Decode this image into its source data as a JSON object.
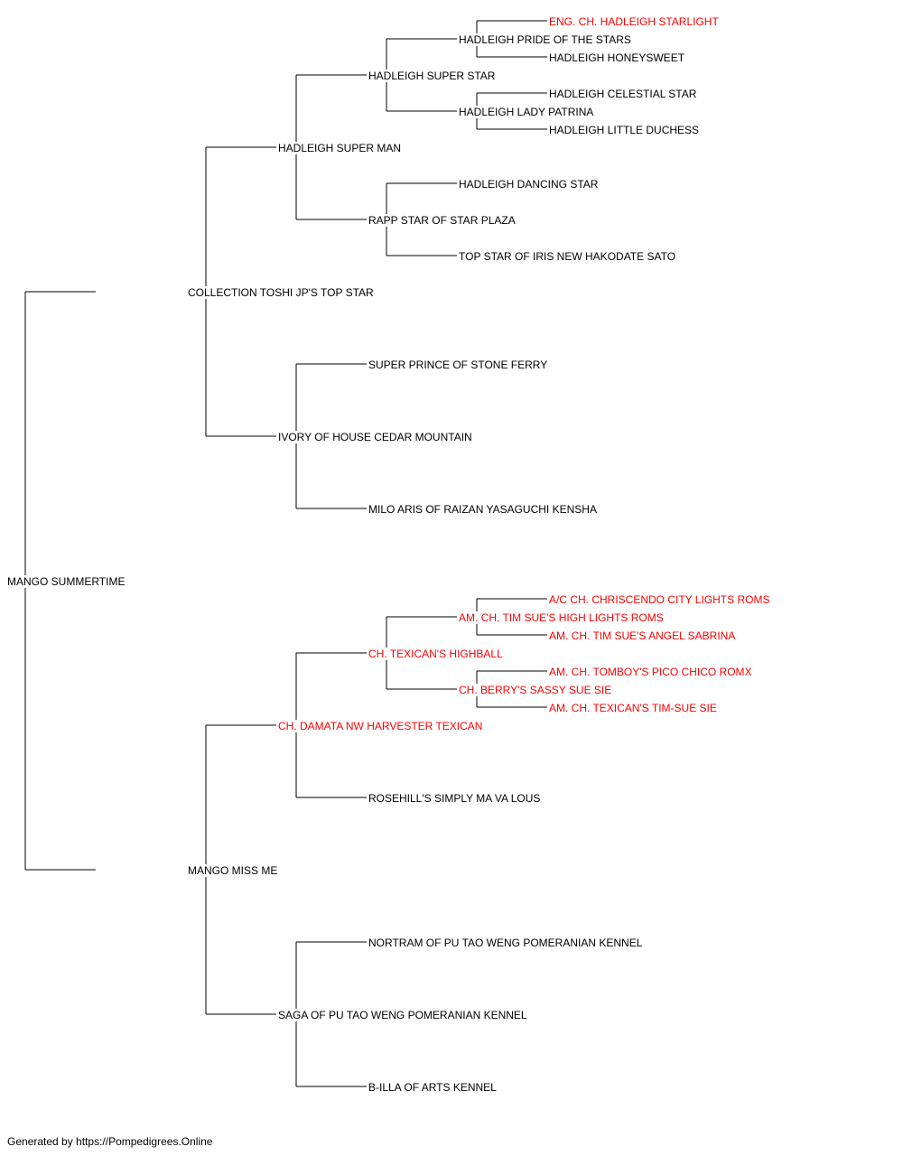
{
  "colors": {
    "titled": "#ff0000",
    "normal": "#000000",
    "line": "#000000"
  },
  "pedigree": {
    "name": "MANGO SUMMERTIME",
    "sire": {
      "name": "COLLECTION TOSHI JP'S TOP STAR",
      "sire": {
        "name": "HADLEIGH SUPER MAN",
        "sire": {
          "name": "HADLEIGH SUPER STAR",
          "sire": {
            "name": "HADLEIGH PRIDE OF THE STARS",
            "sire": {
              "name": "ENG. CH. HADLEIGH STARLIGHT",
              "titled": true
            },
            "dam": {
              "name": "HADLEIGH HONEYSWEET"
            }
          },
          "dam": {
            "name": "HADLEIGH LADY PATRINA",
            "sire": {
              "name": "HADLEIGH CELESTIAL STAR"
            },
            "dam": {
              "name": "HADLEIGH LITTLE DUCHESS"
            }
          }
        },
        "dam": {
          "name": "RAPP STAR OF STAR PLAZA",
          "sire": {
            "name": "HADLEIGH DANCING STAR"
          },
          "dam": {
            "name": "TOP STAR OF IRIS NEW HAKODATE SATO"
          }
        }
      },
      "dam": {
        "name": "IVORY OF HOUSE CEDAR MOUNTAIN",
        "sire": {
          "name": "SUPER PRINCE OF STONE FERRY"
        },
        "dam": {
          "name": "MILO ARIS OF RAIZAN YASAGUCHI KENSHA"
        }
      }
    },
    "dam": {
      "name": "MANGO MISS ME",
      "sire": {
        "name": "CH. DAMATA NW HARVESTER TEXICAN",
        "titled": true,
        "sire": {
          "name": "CH. TEXICAN'S HIGHBALL",
          "titled": true,
          "sire": {
            "name": "AM. CH. TIM SUE'S HIGH LIGHTS ROMS",
            "titled": true,
            "sire": {
              "name": "A/C CH. CHRISCENDO CITY LIGHTS ROMS",
              "titled": true
            },
            "dam": {
              "name": "AM. CH. TIM SUE'S ANGEL SABRINA",
              "titled": true
            }
          },
          "dam": {
            "name": "CH. BERRY'S SASSY SUE SIE",
            "titled": true,
            "sire": {
              "name": "AM. CH. TOMBOY'S PICO CHICO ROMX",
              "titled": true
            },
            "dam": {
              "name": "AM. CH. TEXICAN'S TIM-SUE SIE",
              "titled": true
            }
          }
        },
        "dam": {
          "name": "ROSEHILL'S SIMPLY MA VA LOUS"
        }
      },
      "dam": {
        "name": "SAGA OF PU TAO WENG POMERANIAN KENNEL",
        "sire": {
          "name": "NORTRAM OF PU TAO WENG POMERANIAN KENNEL"
        },
        "dam": {
          "name": "B-ILLA OF ARTS KENNEL"
        }
      }
    }
  },
  "footer": "Generated by https://Pompedigrees.Online"
}
